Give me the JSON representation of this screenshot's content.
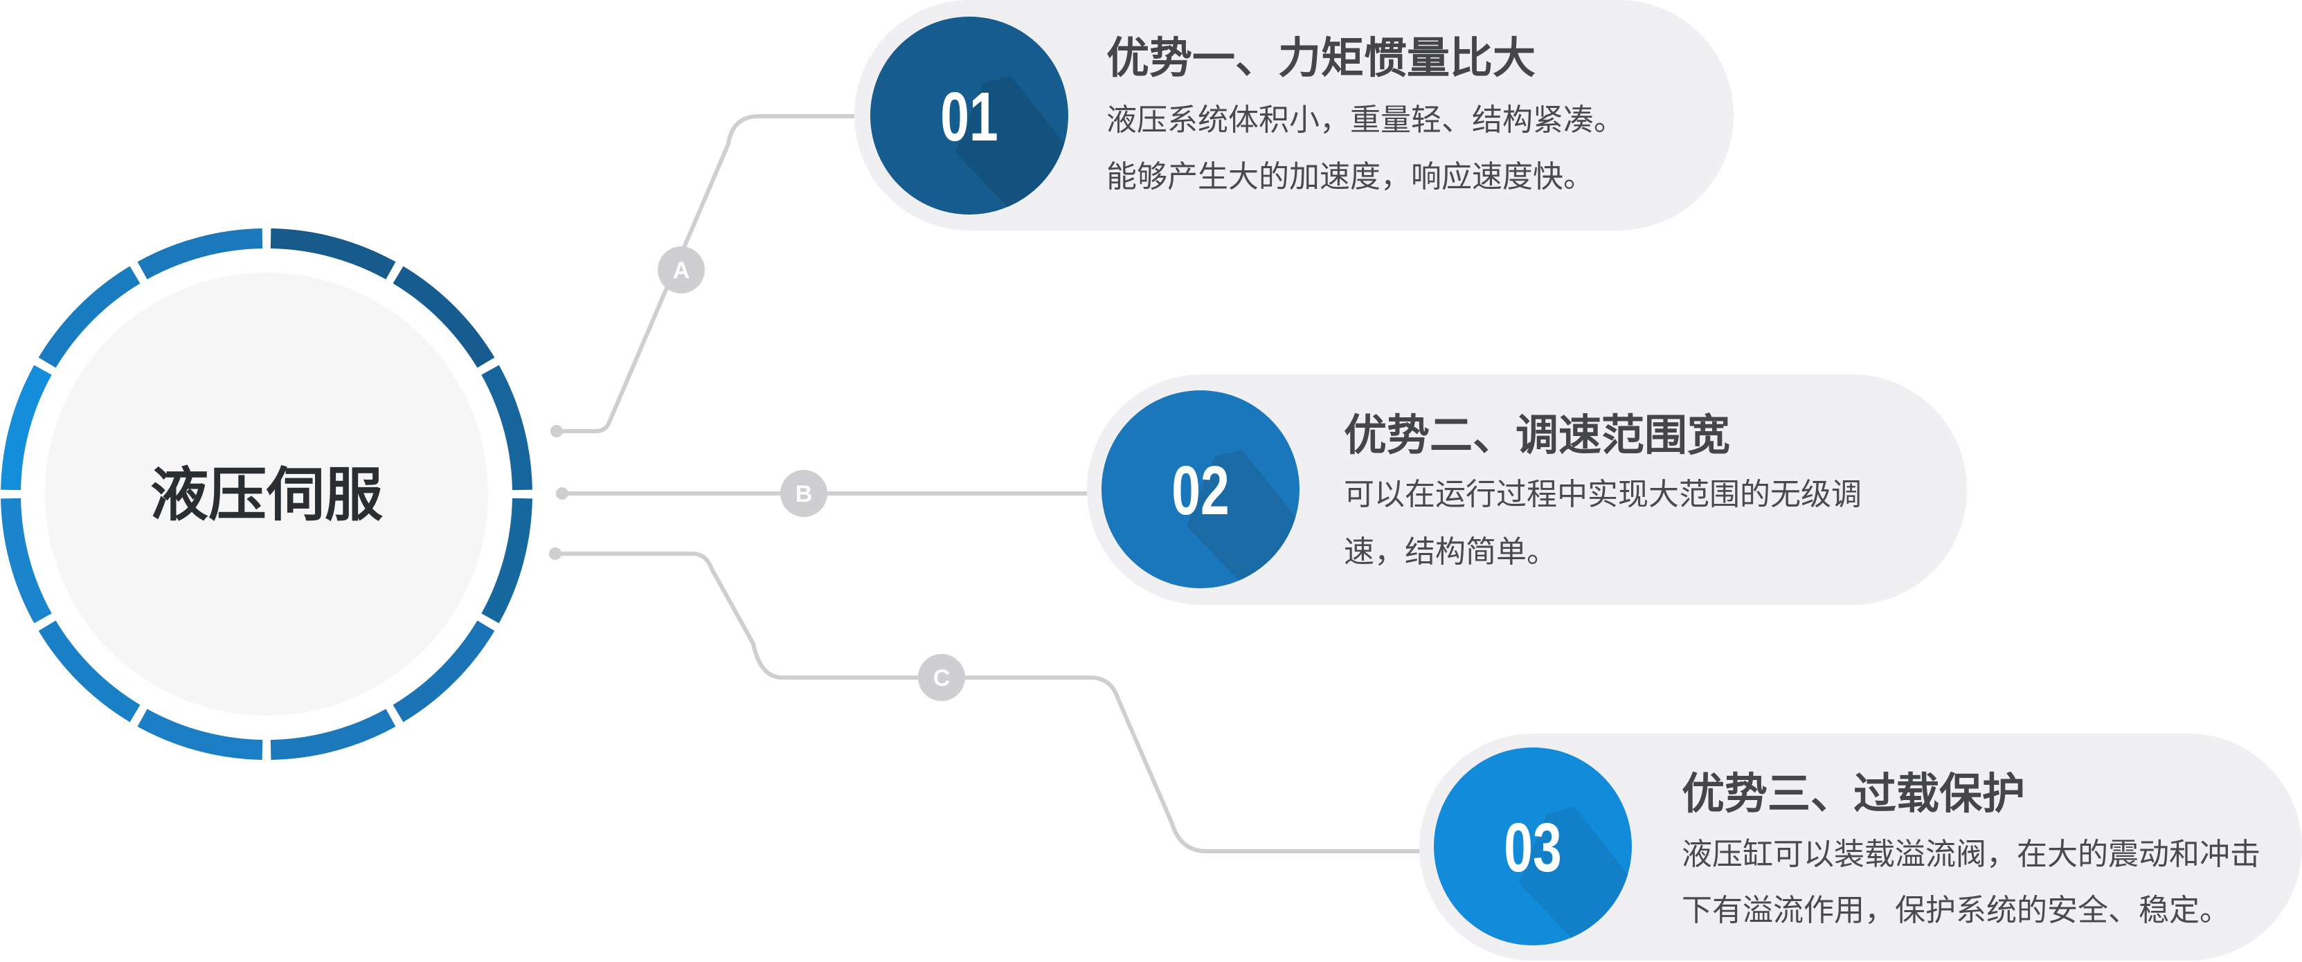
{
  "center": {
    "title": "液压伺服"
  },
  "badges": [
    "A",
    "B",
    "C"
  ],
  "cards": [
    {
      "number": "01",
      "title": "优势一、力矩惯量比大",
      "lines": [
        "液压系统体积小，重量轻、结构紧凑。",
        "能够产生大的加速度，响应速度快。"
      ],
      "color": "#165c8f",
      "shade": "#13527f"
    },
    {
      "number": "02",
      "title": "优势二、调速范围宽",
      "lines": [
        "可以在运行过程中实现大范围的无级调",
        "速，结构简单。"
      ],
      "color": "#1b77bb",
      "shade": "#1a6aa6"
    },
    {
      "number": "03",
      "title": "优势三、过载保护",
      "lines": [
        "液压缸可以装载溢流阀，在大的震动和冲击",
        "下有溢流作用，保护系统的安全、稳定。"
      ],
      "color": "#138bdb",
      "shade": "#1180c9"
    }
  ],
  "colors": {
    "card_bg": "#f0eff2",
    "connector": "#cfcfd1",
    "ring": [
      "#175b8c",
      "#175c8e",
      "#16659c",
      "#16689f",
      "#1a74b6",
      "#1b78bb",
      "#1b7ec4",
      "#1a80c6",
      "#1a84cc",
      "#148ddb",
      "#1a7cc0",
      "#1b78bb"
    ]
  }
}
